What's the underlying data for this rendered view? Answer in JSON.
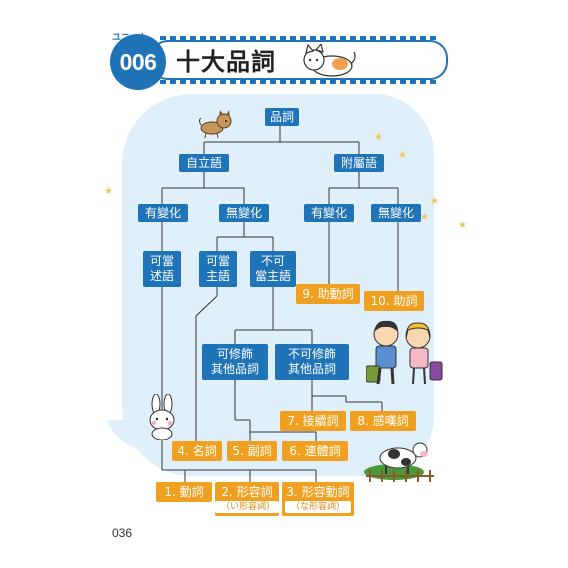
{
  "header": {
    "unit_kana": "ユニット",
    "unit_number": "006",
    "title": "十大品詞"
  },
  "tree": {
    "root": "品詞",
    "independent": "自立語",
    "dependent": "附屬語",
    "ind_inflect": "有變化",
    "ind_noinflect": "無變化",
    "dep_inflect": "有變化",
    "dep_noinflect": "無變化",
    "predicate": [
      "可當",
      "述語"
    ],
    "can_subject": [
      "可當",
      "主語"
    ],
    "cannot_subject": [
      "不可",
      "當主語"
    ],
    "can_modify": [
      "可修飾",
      "其他品詞"
    ],
    "cannot_modify": [
      "不可修飾",
      "其他品詞"
    ]
  },
  "leaves": {
    "verb": "1. 動詞",
    "i_adj": "2. 形容詞",
    "i_adj_sub": "（い形容詞）",
    "na_adj": "3. 形容動詞",
    "na_adj_sub": "（な形容詞）",
    "noun": "4. 名詞",
    "adverb": "5. 副詞",
    "adnominal": "6. 連體詞",
    "conjunction": "7. 接續詞",
    "interjection": "8. 感嘆詞",
    "aux_verb": "9. 助動詞",
    "particle": "10. 助詞"
  },
  "footer": {
    "page_number": "036"
  },
  "colors": {
    "node_blue": "#1f73b7",
    "leaf_orange": "#f0a020",
    "bubble_bg": "#dff0fb"
  }
}
